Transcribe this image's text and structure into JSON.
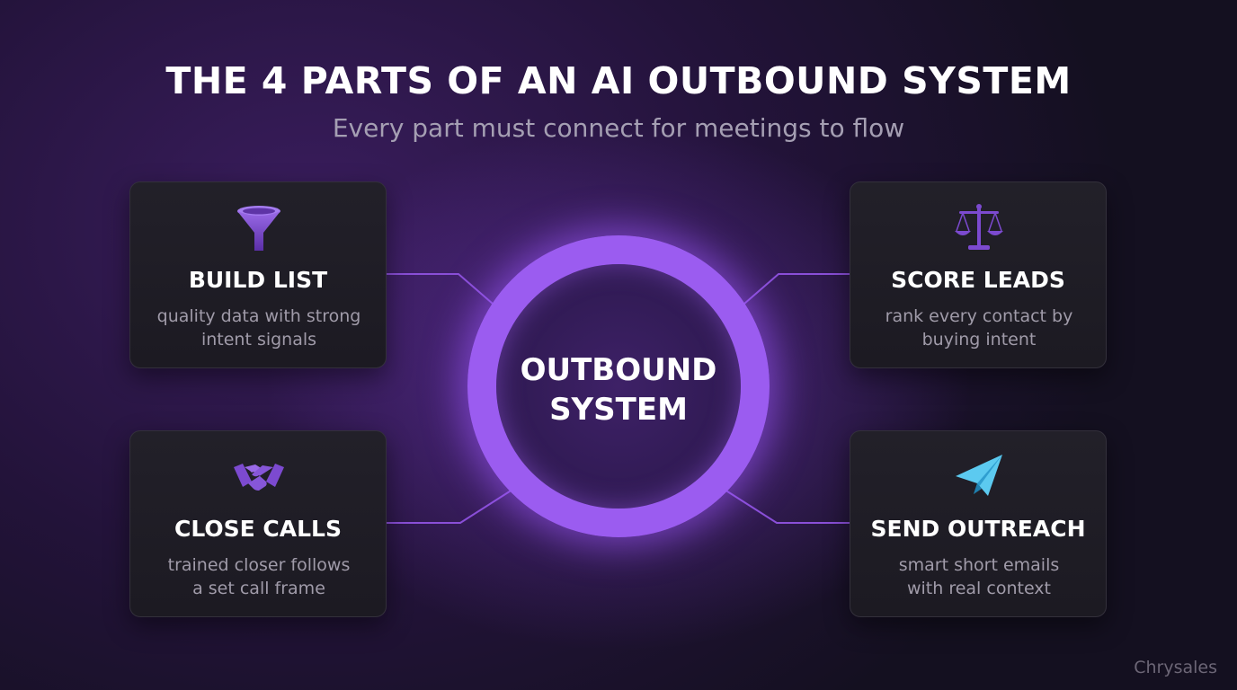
{
  "header": {
    "title": "THE 4 PARTS OF AN AI OUTBOUND SYSTEM",
    "subtitle": "Every part must connect for meetings to flow"
  },
  "hub": {
    "line1": "OUTBOUND",
    "line2": "SYSTEM",
    "ring_color": "#9b5cf0"
  },
  "cards": {
    "build_list": {
      "icon": "funnel-icon",
      "title": "BUILD LIST",
      "desc_line1": "quality data with strong",
      "desc_line2": "intent signals"
    },
    "score_leads": {
      "icon": "scales-icon",
      "title": "SCORE LEADS",
      "desc_line1": "rank every contact by",
      "desc_line2": "buying intent"
    },
    "close_calls": {
      "icon": "handshake-icon",
      "title": "CLOSE CALLS",
      "desc_line1": "trained closer follows",
      "desc_line2": "a set call frame"
    },
    "send_outreach": {
      "icon": "paper-plane-icon",
      "title": "SEND OUTREACH",
      "desc_line1": "smart short emails",
      "desc_line2": "with real context"
    }
  },
  "colors": {
    "accent": "#9b5cf0",
    "icon_purple": "#7c4ad0",
    "plane_blue": "#4cc0e8",
    "connector": "#8a4fd8"
  },
  "brand": "Chrysales"
}
